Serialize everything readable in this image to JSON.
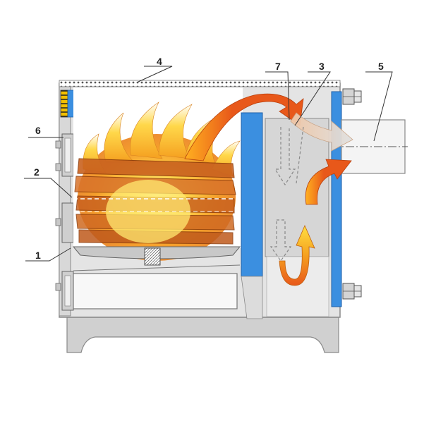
{
  "diagram": {
    "callouts": [
      "1",
      "2",
      "3",
      "4",
      "5",
      "6",
      "7"
    ]
  },
  "colors": {
    "casing_fill": "#d6d6d6",
    "casing_stroke": "#8a8a8a",
    "water_jacket": "#3b8fe0",
    "heat_exchanger": "#d8d8d8",
    "fire_outer": "#f0a030",
    "fire_core": "#ffe040",
    "hot_gas_arrow": "#e35b10",
    "cool_gas_arrow": "#f5c8a0",
    "insulation": "#555555"
  },
  "icons": [
    "flame-shape",
    "gas-flow-arrow",
    "pipe-fitting"
  ]
}
